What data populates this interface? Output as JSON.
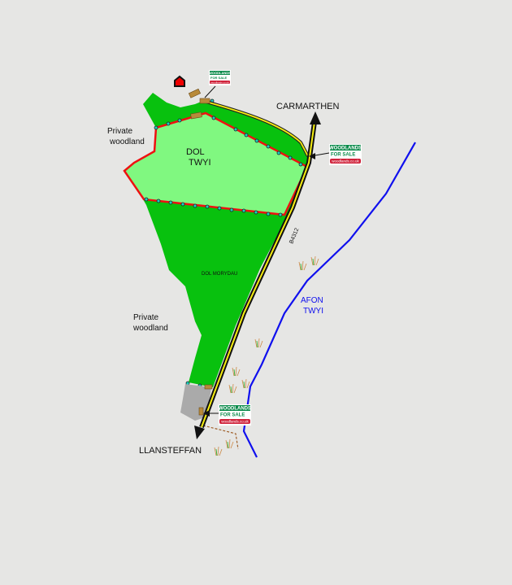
{
  "map": {
    "labels": {
      "carmarthen": "CARMARTHEN",
      "llansteffan": "LLANSTEFFAN",
      "private_woodland_top_1": "Private",
      "private_woodland_top_2": "woodland",
      "private_woodland_mid_1": "Private",
      "private_woodland_mid_2": "woodland",
      "dol_twyi_1": "DOL",
      "dol_twyi_2": "TWYI",
      "dol_morydau": "DOL MORYDAU",
      "road": "B4312",
      "river_1": "AFON",
      "river_2": "TWYI"
    },
    "sign": {
      "line1": "WOODLANDS",
      "line2": "FOR SALE",
      "url": "woodlands.co.uk"
    },
    "colors": {
      "woodland": "#08c10e",
      "for_sale_plot": "#80f880",
      "boundary": "#ee1111",
      "river": "#1010ee",
      "road": "#f6ee10",
      "sign_green": "#0a8a4a",
      "sign_red": "#d0223a"
    }
  }
}
